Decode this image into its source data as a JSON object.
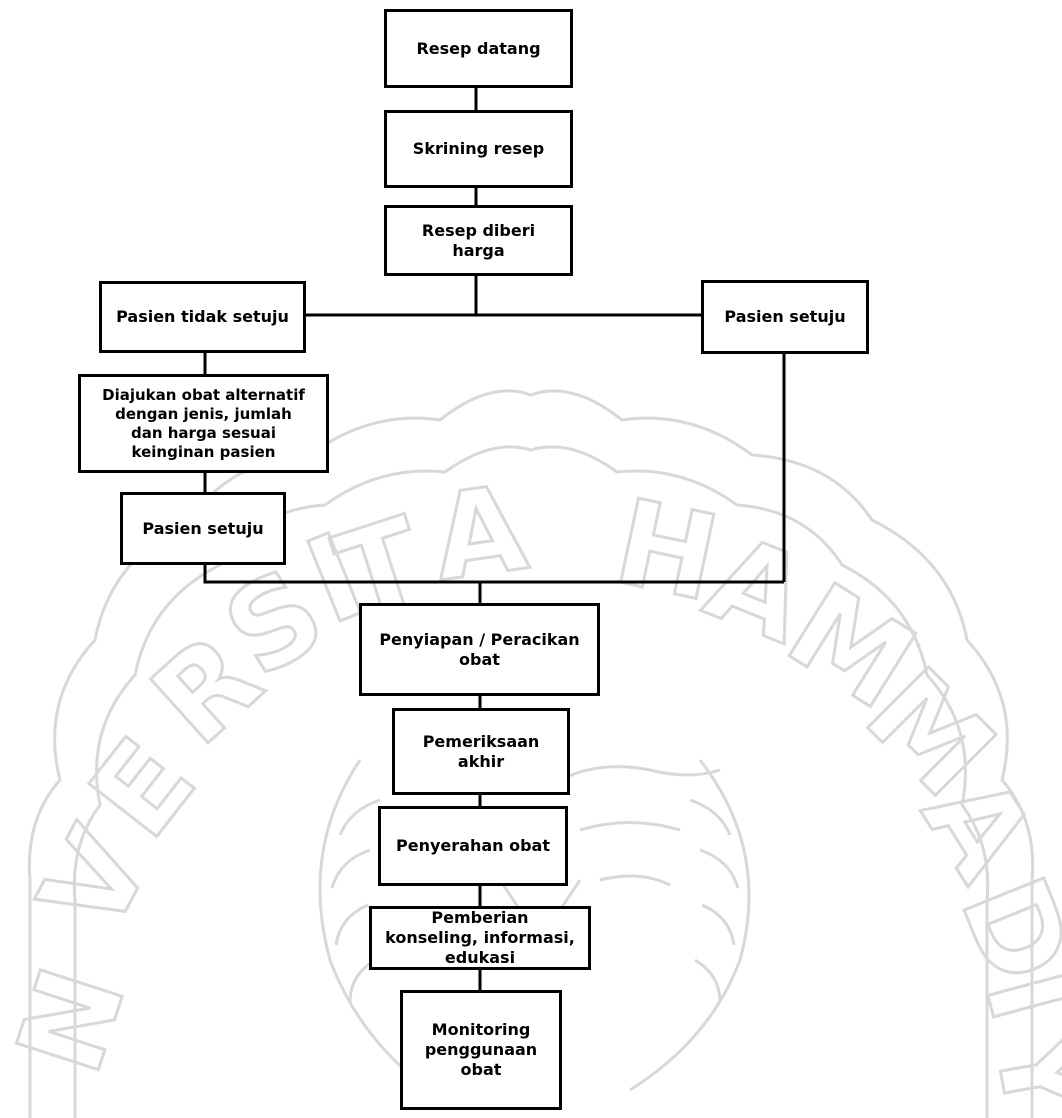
{
  "watermark": {
    "text": "UNIVERSITAS MUHAMMADIYAH",
    "color": "#d8d8d8"
  },
  "flowchart": {
    "line_color": "#000000",
    "steps": {
      "resep_datang": "Resep datang",
      "skrining_resep": "Skrining resep",
      "resep_diberi_harga": "Resep diberi\nharga",
      "pasien_tidak_setuju": "Pasien tidak setuju",
      "pasien_setuju_right": "Pasien setuju",
      "obat_alternatif": "Diajukan obat alternatif\ndengan jenis, jumlah\ndan harga sesuai\nkeinginan pasien",
      "pasien_setuju_left": "Pasien setuju",
      "penyiapan_peracikan": "Penyiapan / Peracikan\nobat",
      "pemeriksaan_akhir": "Pemeriksaan\nakhir",
      "penyerahan_obat": "Penyerahan obat",
      "pemberian_konseling": "Pemberian\nkonseling, informasi,\nedukasi",
      "monitoring": "Monitoring\npenggunaan\nobat"
    }
  }
}
